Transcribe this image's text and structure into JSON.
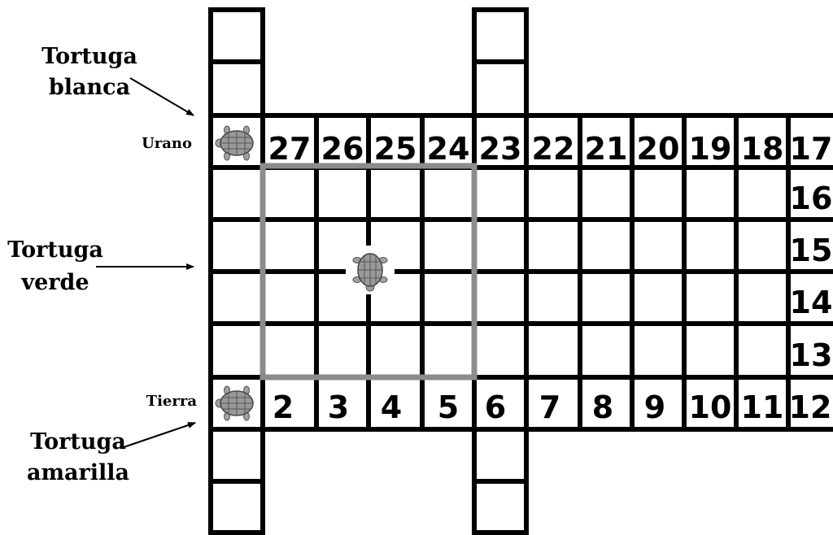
{
  "planets": {
    "top": "Urano",
    "bottom": "Tierra"
  },
  "turtles": {
    "white": {
      "label_line1": "Tortuga",
      "label_line2": "blanca"
    },
    "green": {
      "label_line1": "Tortuga",
      "label_line2": "verde"
    },
    "yellow": {
      "label_line1": "Tortuga",
      "label_line2": "amarilla"
    }
  },
  "board": {
    "top_row_numbers": [
      "27",
      "26",
      "25",
      "24",
      "23",
      "22",
      "21",
      "20",
      "19",
      "18",
      "17"
    ],
    "right_column_numbers": [
      "16",
      "15",
      "14",
      "13"
    ],
    "bottom_row_numbers": [
      "2",
      "3",
      "4",
      "5",
      "6",
      "7",
      "8",
      "9",
      "10",
      "11",
      "12"
    ]
  },
  "colors": {
    "grid": "#000000",
    "highlight_square": "#8c8c8c",
    "turtle": "#999999"
  },
  "icons": {
    "turtle": "turtle-icon"
  }
}
